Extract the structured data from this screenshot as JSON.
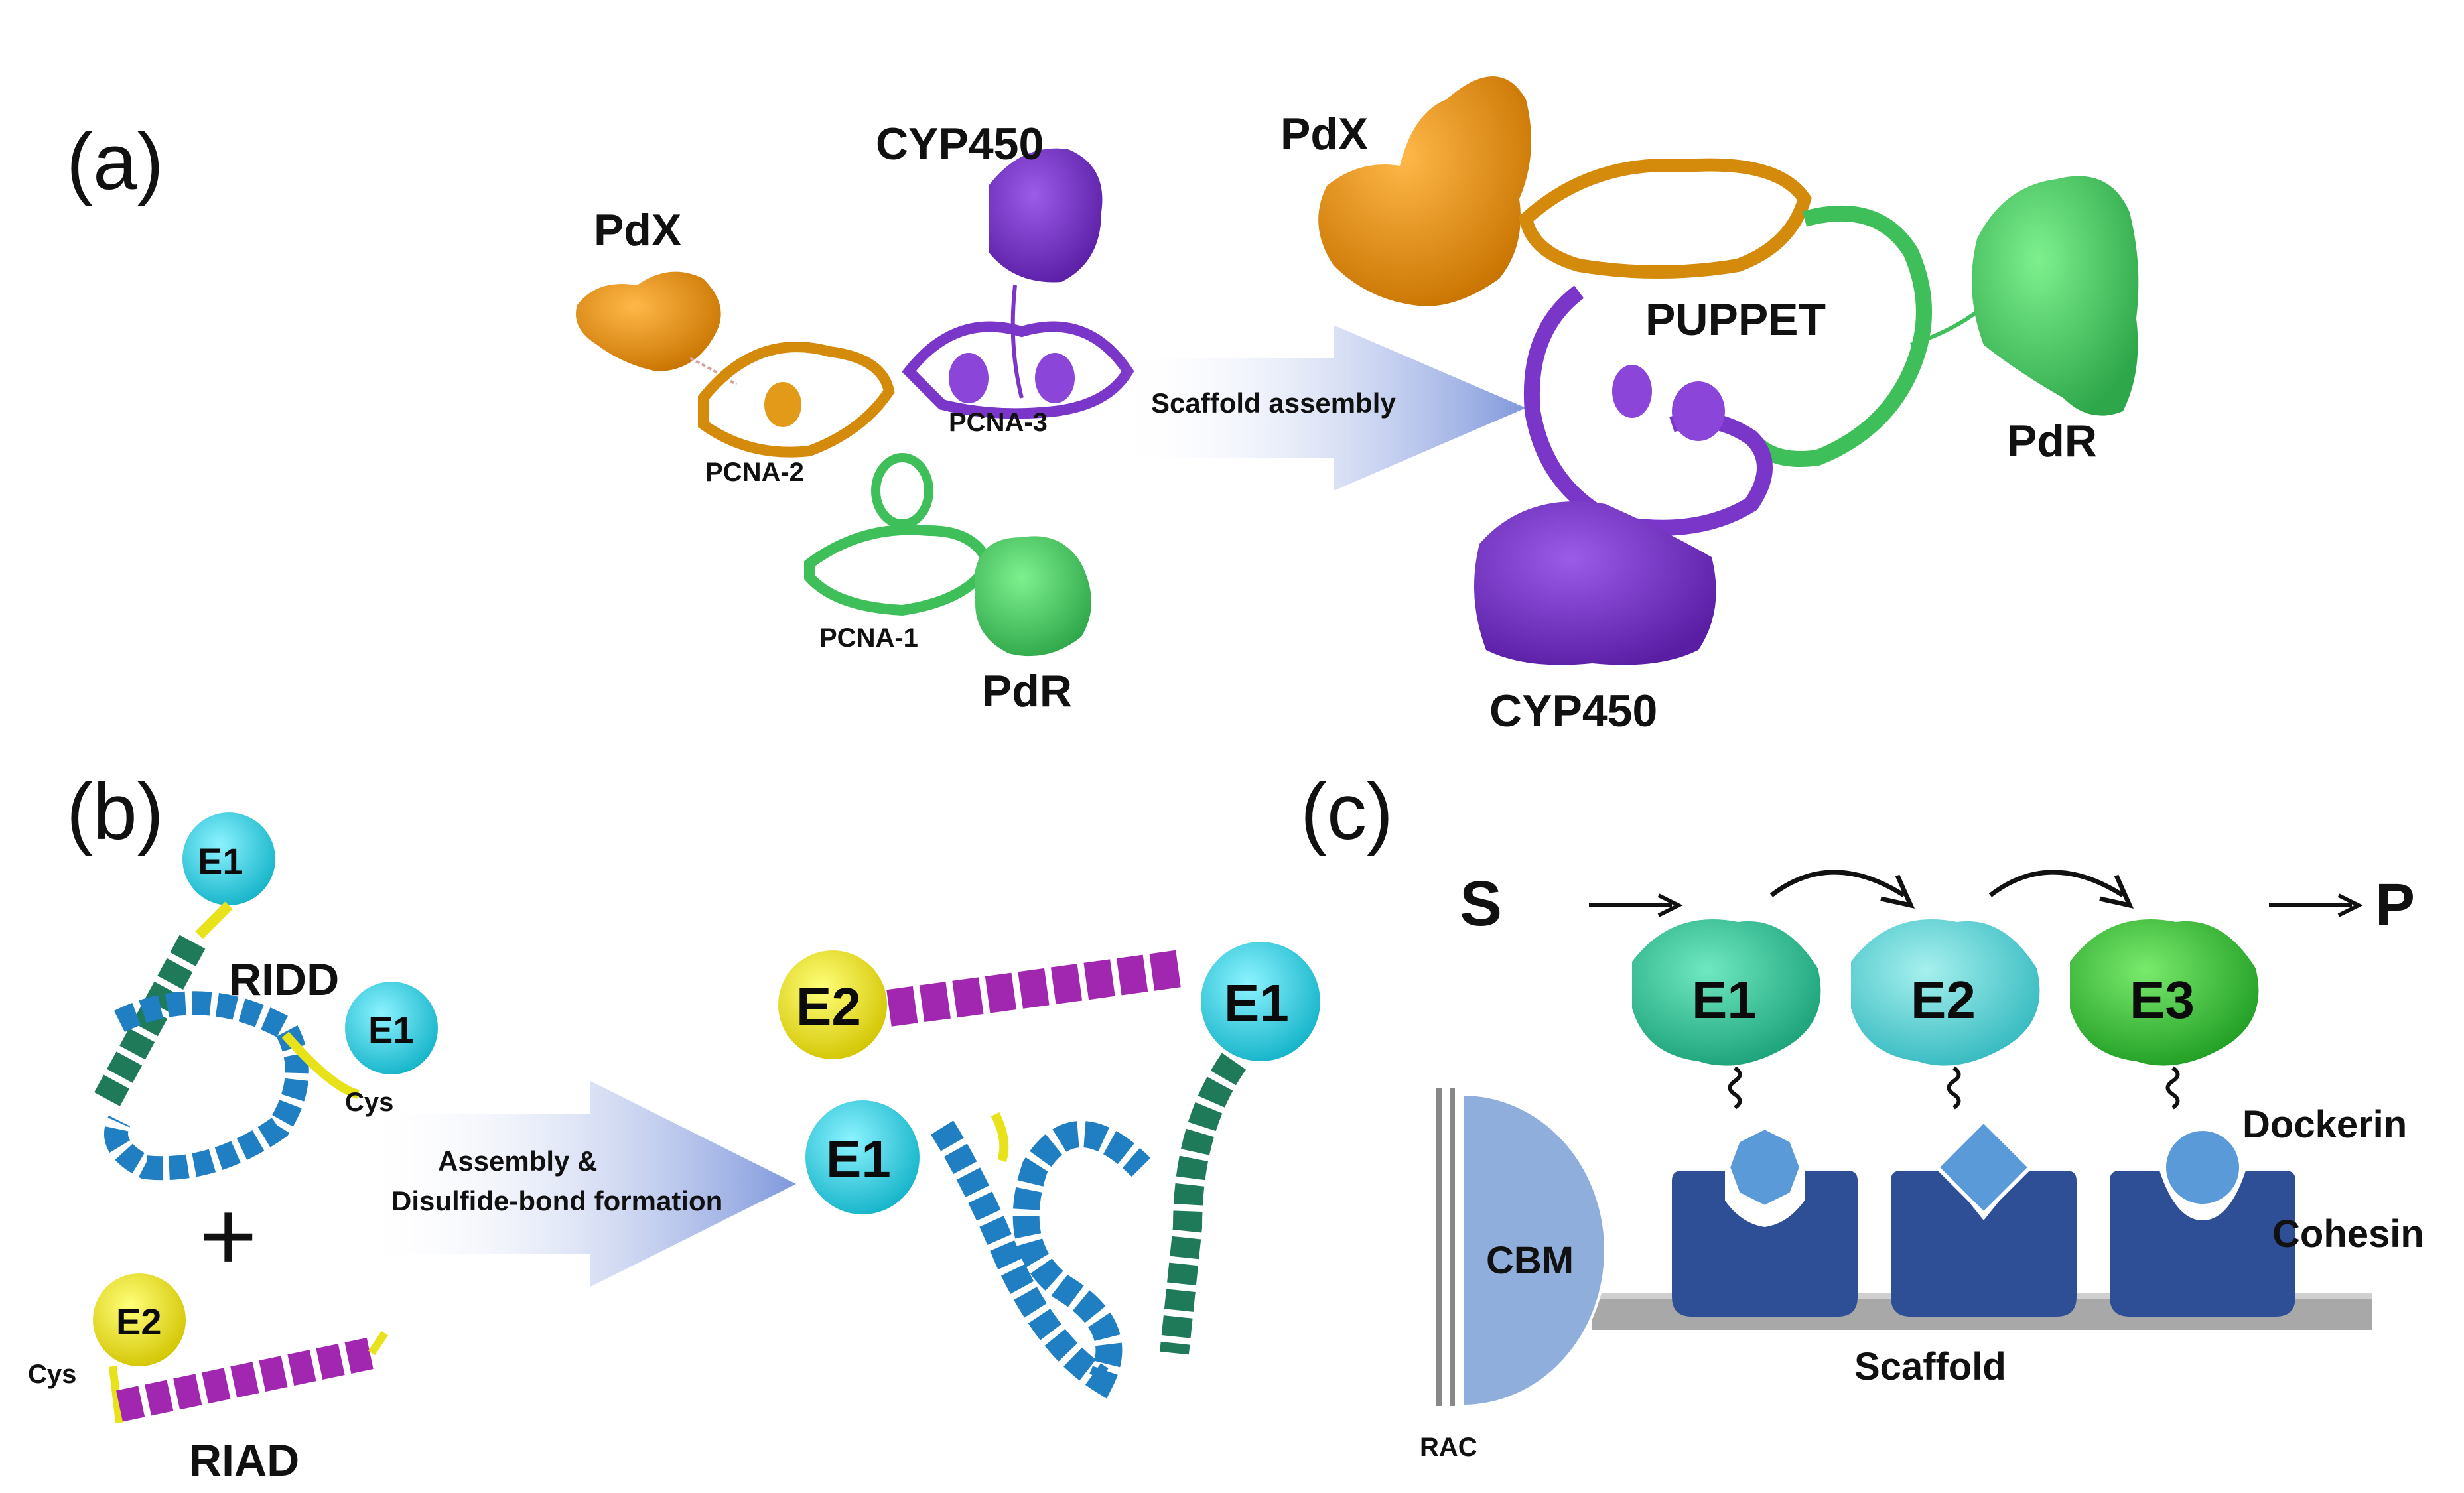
{
  "panels": [
    "(a)",
    "(b)",
    "(c)"
  ],
  "panel_a": {
    "left": {
      "cyp": "CYP450",
      "pdx": "PdX",
      "pcna3": "PCNA-3",
      "pcna2": "PCNA-2",
      "pcna1": "PCNA-1",
      "pdr": "PdR"
    },
    "arrow": "Scaffold assembly",
    "right": {
      "pdx": "PdX",
      "puppet": "PUPPET",
      "pdr": "PdR",
      "cyp": "CYP450"
    }
  },
  "panel_b": {
    "e1_top": "E1",
    "ridd": "RIDD",
    "e1_mid": "E1",
    "cys_top": "Cys",
    "plus": "+",
    "e2": "E2",
    "cys_bottom": "Cys",
    "riad": "RIAD",
    "arrow_line1": "Assembly &",
    "arrow_line2": "Disulfide-bond formation",
    "assembled": {
      "e2": "E2",
      "e1_right": "E1",
      "e1_left": "E1"
    }
  },
  "panel_c": {
    "s": "S",
    "p": "P",
    "e1": "E1",
    "e2": "E2",
    "e3": "E3",
    "dockerin": "Dockerin",
    "cohesin": "Cohesin",
    "cbm": "CBM",
    "scaffold": "Scaffold",
    "rac": "RAC"
  },
  "colors": {
    "orange": "#e08c0a",
    "purple": "#7a35c9",
    "green": "#3fbf5a",
    "dark_green": "#1f7a5a",
    "cyan": "#27c7d8",
    "yellow": "#e8e21a",
    "magenta": "#a227b0",
    "blue_helix": "#1f7fc2",
    "cohesin_blue": "#2e4f96",
    "dockerin_blue": "#5a9ad8",
    "cbm_blue": "#8faedb",
    "e1_teal": "#2ec99a",
    "e2_cyan": "#55d6d8",
    "e3_green": "#36c23a"
  }
}
